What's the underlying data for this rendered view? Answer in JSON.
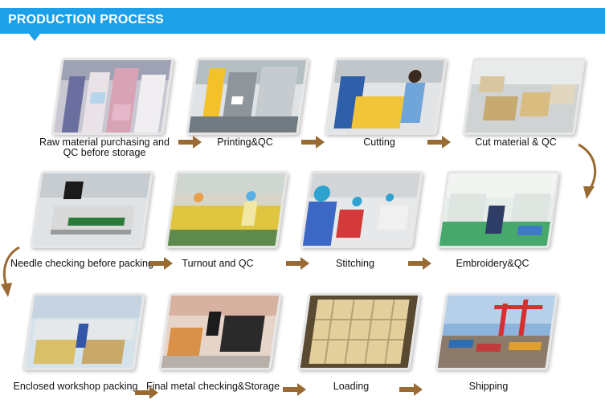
{
  "header": {
    "title": "PRODUCTION PROCESS",
    "color": "#1ea0e8"
  },
  "arrow_color": "#9a6a33",
  "steps": [
    {
      "label": "Raw material purchasing and QC before storage",
      "photo": "warehouse-shelves-photo"
    },
    {
      "label": "Printing&QC",
      "photo": "printing-machine-photo"
    },
    {
      "label": "Cutting",
      "photo": "cutting-worker-photo"
    },
    {
      "label": "Cut material & QC",
      "photo": "cut-material-boxes-photo"
    },
    {
      "label": "Needle checking before packing",
      "photo": "needle-detector-photo"
    },
    {
      "label": "Turnout and QC",
      "photo": "turnout-table-photo"
    },
    {
      "label": "Stitching",
      "photo": "stitching-workers-photo"
    },
    {
      "label": "Embroidery&QC",
      "photo": "embroidery-machines-photo"
    },
    {
      "label": "Enclosed workshop packing",
      "photo": "packing-workshop-photo"
    },
    {
      "label": "Final metal checking&Storage",
      "photo": "metal-check-storage-photo"
    },
    {
      "label": "Loading",
      "photo": "loaded-container-photo"
    },
    {
      "label": "Shipping",
      "photo": "container-port-photo"
    }
  ]
}
